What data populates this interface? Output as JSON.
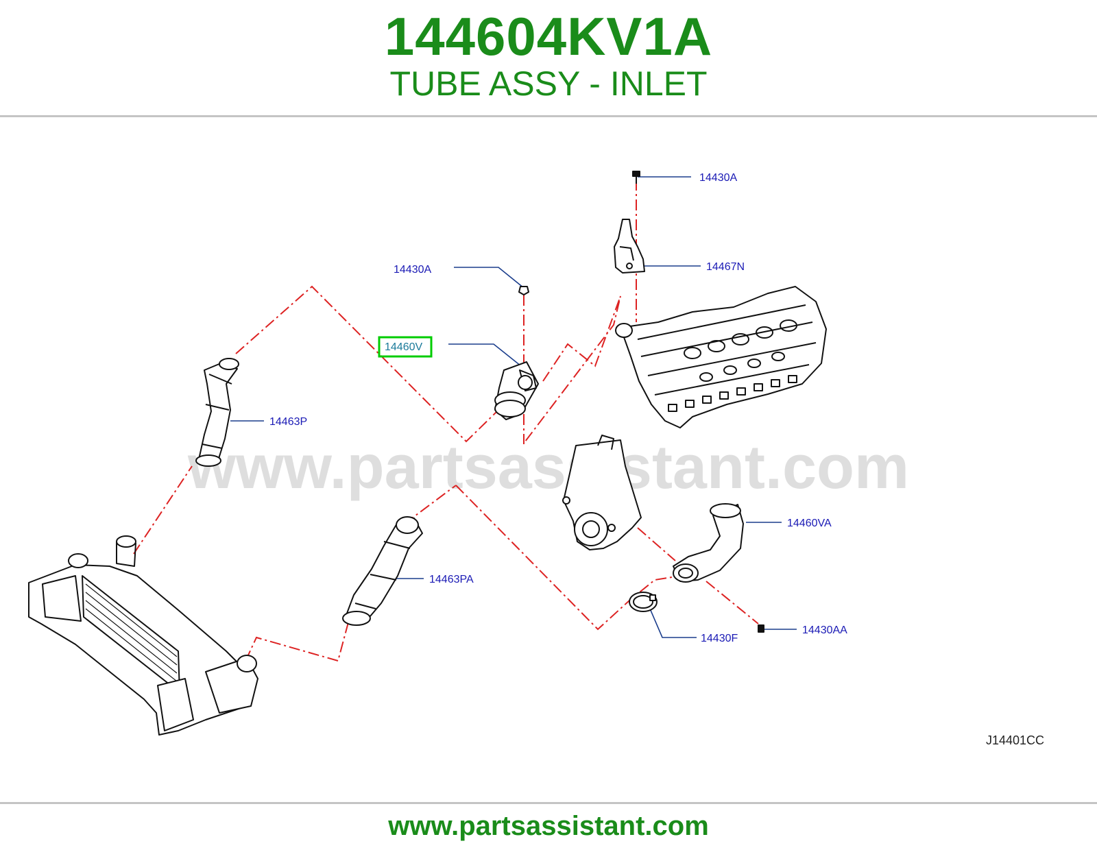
{
  "header": {
    "part_number": "144604KV1A",
    "part_name": "TUBE ASSY - INLET"
  },
  "diagram": {
    "watermark": "www.partsassistant.com",
    "reference_code": "J14401CC",
    "highlighted_callout": "14460V",
    "highlight_color": "#00cc00",
    "callout_color": "#1a1ab5",
    "leader_color": "#1a3d8c",
    "dash_color": "#dd2222",
    "callouts": [
      {
        "id": "c-14430A-top",
        "label": "14430A"
      },
      {
        "id": "c-14467N",
        "label": "14467N"
      },
      {
        "id": "c-14430A-mid",
        "label": "14430A"
      },
      {
        "id": "c-14460V",
        "label": "14460V"
      },
      {
        "id": "c-14463P",
        "label": "14463P"
      },
      {
        "id": "c-14460VA",
        "label": "14460VA"
      },
      {
        "id": "c-14463PA",
        "label": "14463PA"
      },
      {
        "id": "c-14430AA",
        "label": "14430AA"
      },
      {
        "id": "c-14430F",
        "label": "14430F"
      }
    ]
  },
  "footer": {
    "url": "www.partsassistant.com"
  }
}
